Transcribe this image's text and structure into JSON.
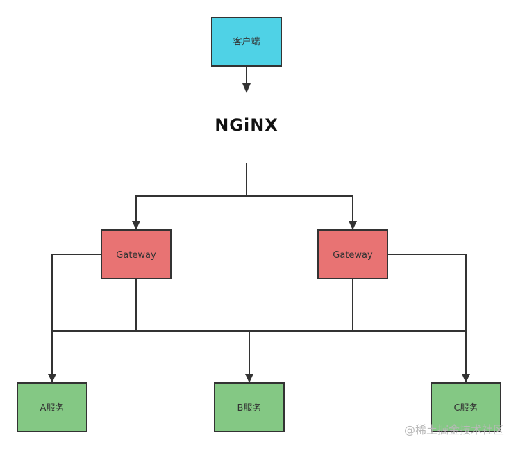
{
  "diagram": {
    "nodes": {
      "client": {
        "label": "客户端",
        "color": "#4fd2e6"
      },
      "nginx": {
        "label": "NGiNX"
      },
      "gateway_left": {
        "label": "Gateway",
        "color": "#e87373"
      },
      "gateway_right": {
        "label": "Gateway",
        "color": "#e87373"
      },
      "service_a": {
        "label": "A服务",
        "color": "#84c884"
      },
      "service_b": {
        "label": "B服务",
        "color": "#84c884"
      },
      "service_c": {
        "label": "C服务",
        "color": "#84c884"
      }
    },
    "edges": [
      {
        "from": "client",
        "to": "nginx"
      },
      {
        "from": "nginx",
        "to": "gateway_left"
      },
      {
        "from": "nginx",
        "to": "gateway_right"
      },
      {
        "from": "gateway_left",
        "to": "service_a"
      },
      {
        "from": "gateway_left",
        "to": "service_b"
      },
      {
        "from": "gateway_left",
        "to": "service_c"
      },
      {
        "from": "gateway_right",
        "to": "service_a"
      },
      {
        "from": "gateway_right",
        "to": "service_b"
      },
      {
        "from": "gateway_right",
        "to": "service_c"
      }
    ],
    "watermark": "@稀土掘金技术社区"
  }
}
